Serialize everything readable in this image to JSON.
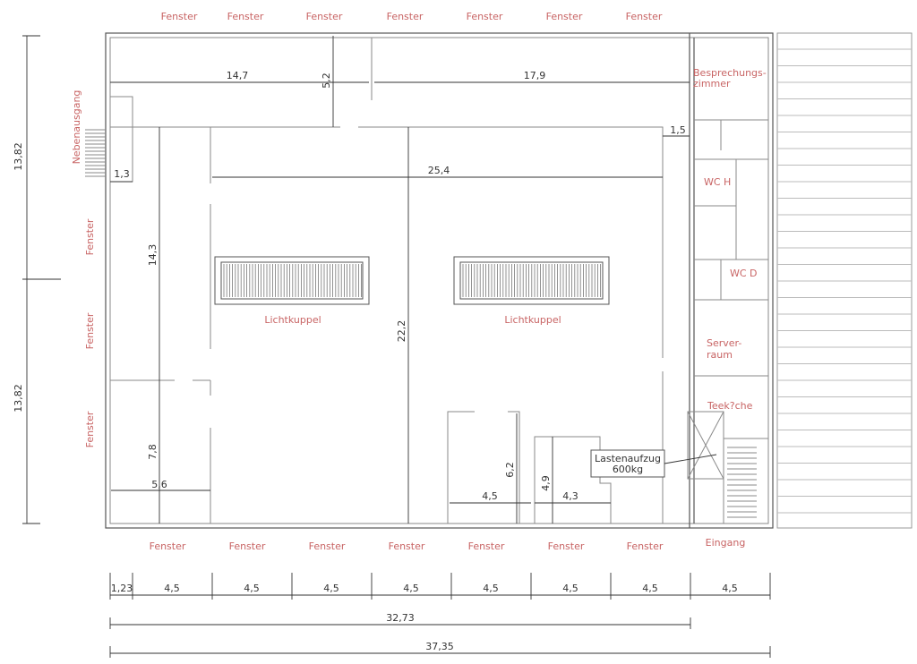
{
  "top_windows": [
    "Fenster",
    "Fenster",
    "Fenster",
    "Fenster",
    "Fenster",
    "Fenster",
    "Fenster"
  ],
  "bottom_windows": [
    "Fenster",
    "Fenster",
    "Fenster",
    "Fenster",
    "Fenster",
    "Fenster",
    "Fenster"
  ],
  "entrance": "Eingang",
  "left_windows": [
    "Fenster",
    "Fenster",
    "Fenster"
  ],
  "side_exit": "Nebenausgang",
  "rooms": {
    "meeting_1": "Besprechungs-",
    "meeting_2": "zimmer",
    "wc_men": "WC H",
    "wc_women": "WC D",
    "server_1": "Server-",
    "server_2": "raum",
    "kitchen": "Teek?che",
    "elevator_1": "Lastenaufzug",
    "elevator_2": "600kg",
    "skylight_left": "Lichtkuppel",
    "skylight_right": "Lichtkuppel"
  },
  "dimensions": {
    "left_upper": "13,82",
    "left_lower": "13,82",
    "bottom_segments": [
      "1,23",
      "4,5",
      "4,5",
      "4,5",
      "4,5",
      "4,5",
      "4,5",
      "4,5",
      "4,5"
    ],
    "total_inner": "32,73",
    "total_outer": "37,35",
    "d_14_7": "14,7",
    "d_17_9": "17,9",
    "d_5_2": "5,2",
    "d_25_4": "25,4",
    "d_1_5": "1,5",
    "d_1_3": "1,3",
    "d_14_3": "14,3",
    "d_7_8": "7,8",
    "d_5_6": "5,6",
    "d_22_2": "22,2",
    "d_6_2": "6,2",
    "d_4_9": "4,9",
    "d_4_5": "4,5",
    "d_4_3": "4,3"
  },
  "colors": {
    "label": "#c86464",
    "line": "#555555"
  }
}
